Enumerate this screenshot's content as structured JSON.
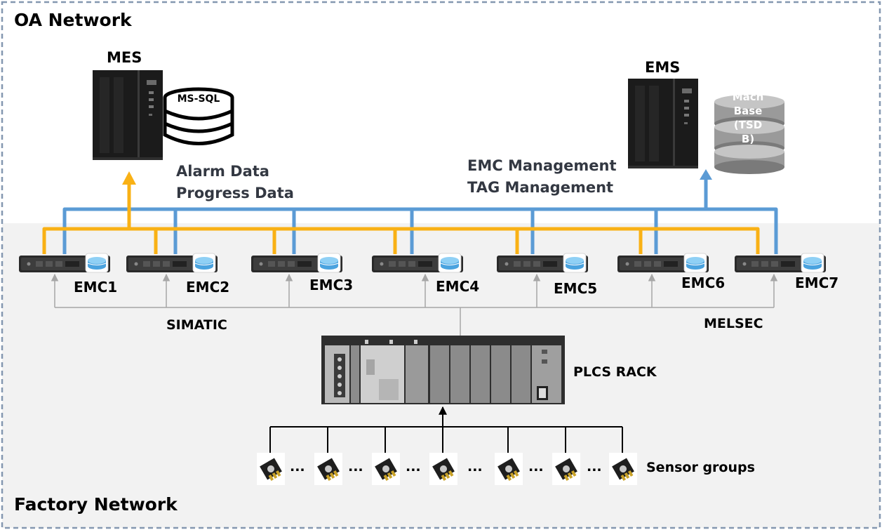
{
  "zones": {
    "oa": "OA Network",
    "factory": "Factory Network"
  },
  "servers": {
    "mes": {
      "title": "MES",
      "db": "MS-SQL"
    },
    "ems": {
      "title": "EMS",
      "db": "MachBase (TSDB)"
    }
  },
  "flows": {
    "mes_line1": "Alarm Data",
    "mes_line2": "Progress Data",
    "ems_line1": "EMC Management",
    "ems_line2": "TAG Management"
  },
  "emcs": [
    "EMC1",
    "EMC2",
    "EMC3",
    "EMC4",
    "EMC5",
    "EMC6",
    "EMC7"
  ],
  "protocols": {
    "left": "SIMATIC",
    "right": "MELSEC"
  },
  "plc": {
    "label": "PLCS RACK"
  },
  "sensors": {
    "label": "Sensor groups",
    "ellipsis": "..."
  },
  "colors": {
    "orange": "#F9B115",
    "blue": "#5B9BD5",
    "gray": "#A6A6A6",
    "factory_bg": "#F2F2F2",
    "border": "#8497B0"
  }
}
